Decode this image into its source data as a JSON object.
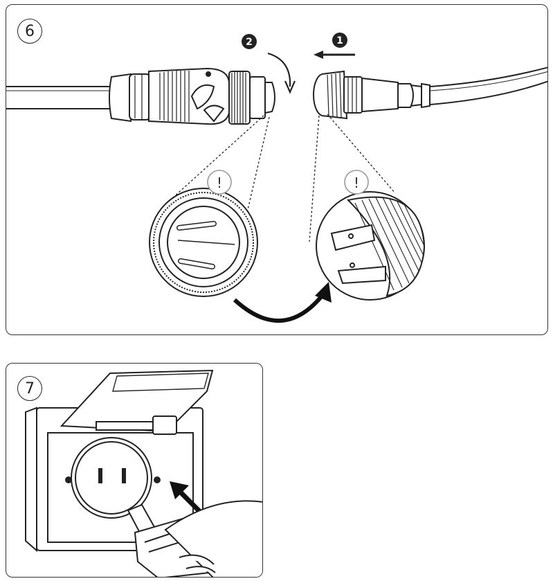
{
  "panels": [
    {
      "step": "6",
      "callouts": [
        "2",
        "1"
      ],
      "warnings": [
        "!",
        "!"
      ]
    },
    {
      "step": "7"
    }
  ]
}
